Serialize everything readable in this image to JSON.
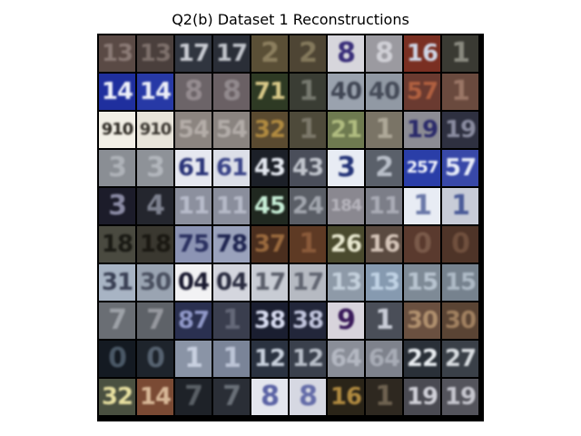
{
  "figure": {
    "title": "Q2(b) Dataset 1 Reconstructions"
  },
  "grid": {
    "rows": 10,
    "cols": 10,
    "tiles": [
      [
        {
          "text": "13",
          "bg": "#5a4a45",
          "fg": "#8a7a75"
        },
        {
          "text": "13",
          "bg": "#4a3f3c",
          "fg": "#7d706b"
        },
        {
          "text": "17",
          "bg": "#30353f",
          "fg": "#c8cbd2"
        },
        {
          "text": "17",
          "bg": "#2a2e37",
          "fg": "#c0c3ca"
        },
        {
          "text": "2",
          "bg": "#5a4f36",
          "fg": "#8c7f5f"
        },
        {
          "text": "2",
          "bg": "#4e4534",
          "fg": "#84795c"
        },
        {
          "text": "8",
          "bg": "#d7d6dc",
          "fg": "#3a2f7a"
        },
        {
          "text": "8",
          "bg": "#9b9aa0",
          "fg": "#d0d0d6"
        },
        {
          "text": "16",
          "bg": "#7a2f22",
          "fg": "#cfd6e6"
        },
        {
          "text": "1",
          "bg": "#3a3a33",
          "fg": "#8a8a80"
        }
      ],
      [
        {
          "text": "14",
          "bg": "#1f2f9e",
          "fg": "#f0f2fa"
        },
        {
          "text": "14",
          "bg": "#2739a6",
          "fg": "#eef0f8"
        },
        {
          "text": "8",
          "bg": "#6c6468",
          "fg": "#958c90"
        },
        {
          "text": "8",
          "bg": "#6a6064",
          "fg": "#928a8e"
        },
        {
          "text": "71",
          "bg": "#2e3a24",
          "fg": "#d8c888"
        },
        {
          "text": "1",
          "bg": "#3a3d34",
          "fg": "#76796f"
        },
        {
          "text": "40",
          "bg": "#9aa2ae",
          "fg": "#404654"
        },
        {
          "text": "40",
          "bg": "#9199a4",
          "fg": "#454b58"
        },
        {
          "text": "57",
          "bg": "#6a3a30",
          "fg": "#b06040"
        },
        {
          "text": "1",
          "bg": "#6a4a3e",
          "fg": "#9a7666"
        }
      ],
      [
        {
          "text": "910",
          "bg": "#f2efe6",
          "fg": "#2a2620"
        },
        {
          "text": "910",
          "bg": "#e8e4da",
          "fg": "#3a3630"
        },
        {
          "text": "54",
          "bg": "#8c8580",
          "fg": "#b4ada8"
        },
        {
          "text": "54",
          "bg": "#8a8480",
          "fg": "#b2aca8"
        },
        {
          "text": "32",
          "bg": "#5a4a30",
          "fg": "#b08a40"
        },
        {
          "text": "1",
          "bg": "#4e4a3a",
          "fg": "#7c786a"
        },
        {
          "text": "21",
          "bg": "#6e7a50",
          "fg": "#b0bc80"
        },
        {
          "text": "1",
          "bg": "#7a7466",
          "fg": "#aea898"
        },
        {
          "text": "19",
          "bg": "#8c8c94",
          "fg": "#2a2a6a"
        },
        {
          "text": "19",
          "bg": "#2e3040",
          "fg": "#8a8ca0"
        }
      ],
      [
        {
          "text": "3",
          "bg": "#8a8e94",
          "fg": "#aeb2b8"
        },
        {
          "text": "3",
          "bg": "#8e9298",
          "fg": "#b2b6bc"
        },
        {
          "text": "61",
          "bg": "#e6e8f0",
          "fg": "#2a3478"
        },
        {
          "text": "61",
          "bg": "#dcdfe8",
          "fg": "#3a4488"
        },
        {
          "text": "43",
          "bg": "#1c2028",
          "fg": "#e4e8f0"
        },
        {
          "text": "43",
          "bg": "#4a4e5a",
          "fg": "#c0c4cc"
        },
        {
          "text": "3",
          "bg": "#e8ecf4",
          "fg": "#243478"
        },
        {
          "text": "2",
          "bg": "#5a606a",
          "fg": "#b8bec8"
        },
        {
          "text": "257",
          "bg": "#2a3ea8",
          "fg": "#f2f4fc"
        },
        {
          "text": "57",
          "bg": "#3848a8",
          "fg": "#e8ecf8"
        }
      ],
      [
        {
          "text": "3",
          "bg": "#1c1c2a",
          "fg": "#8a8aa4"
        },
        {
          "text": "4",
          "bg": "#24262e",
          "fg": "#7e8290"
        },
        {
          "text": "11",
          "bg": "#8c909e",
          "fg": "#b8bccb"
        },
        {
          "text": "11",
          "bg": "#8a8e9c",
          "fg": "#b6bac8"
        },
        {
          "text": "45",
          "bg": "#202820",
          "fg": "#c8f0d8"
        },
        {
          "text": "24",
          "bg": "#5a5e66",
          "fg": "#a2a6ae"
        },
        {
          "text": "184",
          "bg": "#8a8890",
          "fg": "#b6b4bc"
        },
        {
          "text": "11",
          "bg": "#7c7e88",
          "fg": "#aaacb6"
        },
        {
          "text": "1",
          "bg": "#e8ecf4",
          "fg": "#6a78a8"
        },
        {
          "text": "1",
          "bg": "#c8ccd8",
          "fg": "#4a5a98"
        }
      ],
      [
        {
          "text": "18",
          "bg": "#4a4a40",
          "fg": "#1a1a14"
        },
        {
          "text": "18",
          "bg": "#3a3830",
          "fg": "#1a1812"
        },
        {
          "text": "75",
          "bg": "#8c94b4",
          "fg": "#2a3060"
        },
        {
          "text": "78",
          "bg": "#9aa2bc",
          "fg": "#1e2450"
        },
        {
          "text": "37",
          "bg": "#4a2e1e",
          "fg": "#9a6a3e"
        },
        {
          "text": "1",
          "bg": "#5e3a24",
          "fg": "#8a5a3a"
        },
        {
          "text": "26",
          "bg": "#4a4a2e",
          "fg": "#e8e8d0"
        },
        {
          "text": "16",
          "bg": "#5a4a40",
          "fg": "#d4c4b8"
        },
        {
          "text": "0",
          "bg": "#5a3a2e",
          "fg": "#7a5a4a"
        },
        {
          "text": "0",
          "bg": "#4e3428",
          "fg": "#70503e"
        }
      ],
      [
        {
          "text": "31",
          "bg": "#a8b4c4",
          "fg": "#3a4054"
        },
        {
          "text": "30",
          "bg": "#9aa4b2",
          "fg": "#4a5060"
        },
        {
          "text": "04",
          "bg": "#f2f2f4",
          "fg": "#1a1a30"
        },
        {
          "text": "04",
          "bg": "#d4d6de",
          "fg": "#2a2c40"
        },
        {
          "text": "17",
          "bg": "#c8ccd4",
          "fg": "#5a5e6a"
        },
        {
          "text": "17",
          "bg": "#b6bac2",
          "fg": "#606470"
        },
        {
          "text": "13",
          "bg": "#8e9aa8",
          "fg": "#c4d0dc"
        },
        {
          "text": "13",
          "bg": "#869ab0",
          "fg": "#c0d2e4"
        },
        {
          "text": "15",
          "bg": "#7e8a96",
          "fg": "#b8c4d0"
        },
        {
          "text": "15",
          "bg": "#76828e",
          "fg": "#aebac6"
        }
      ],
      [
        {
          "text": "7",
          "bg": "#6a6e74",
          "fg": "#9ea2a8"
        },
        {
          "text": "7",
          "bg": "#5e6268",
          "fg": "#96989e"
        },
        {
          "text": "87",
          "bg": "#2a3050",
          "fg": "#9098c8"
        },
        {
          "text": "1",
          "bg": "#3a3e4e",
          "fg": "#646878"
        },
        {
          "text": "38",
          "bg": "#1a1e30",
          "fg": "#d8dcf0"
        },
        {
          "text": "38",
          "bg": "#22263a",
          "fg": "#c0c4dc"
        },
        {
          "text": "9",
          "bg": "#d8d4dc",
          "fg": "#3a1a5a"
        },
        {
          "text": "1",
          "bg": "#4a4e58",
          "fg": "#c8ccd6"
        },
        {
          "text": "30",
          "bg": "#6a5040",
          "fg": "#b0906e"
        },
        {
          "text": "30",
          "bg": "#5a4434",
          "fg": "#a08060"
        }
      ],
      [
        {
          "text": "0",
          "bg": "#141a22",
          "fg": "#4a5866"
        },
        {
          "text": "0",
          "bg": "#1e242c",
          "fg": "#566270"
        },
        {
          "text": "1",
          "bg": "#8a94a6",
          "fg": "#c8d0e0"
        },
        {
          "text": "1",
          "bg": "#7a8498",
          "fg": "#bcc4d6"
        },
        {
          "text": "12",
          "bg": "#2a3240",
          "fg": "#c8d0dc"
        },
        {
          "text": "12",
          "bg": "#3a404c",
          "fg": "#b8bec8"
        },
        {
          "text": "64",
          "bg": "#8a8e98",
          "fg": "#b4b8c2"
        },
        {
          "text": "64",
          "bg": "#7e828c",
          "fg": "#a8acb6"
        },
        {
          "text": "22",
          "bg": "#2a3038",
          "fg": "#e8ecf0"
        },
        {
          "text": "27",
          "bg": "#3a4048",
          "fg": "#d8dce0"
        }
      ],
      [
        {
          "text": "32",
          "bg": "#4a5040",
          "fg": "#e8e0a0"
        },
        {
          "text": "14",
          "bg": "#7a4a34",
          "fg": "#d8b898"
        },
        {
          "text": "7",
          "bg": "#1e2228",
          "fg": "#5a6066"
        },
        {
          "text": "7",
          "bg": "#2a2e36",
          "fg": "#6a7078"
        },
        {
          "text": "8",
          "bg": "#e4e6ee",
          "fg": "#5a62a4"
        },
        {
          "text": "8",
          "bg": "#d6d8e2",
          "fg": "#646ca8"
        },
        {
          "text": "16",
          "bg": "#2a2418",
          "fg": "#b08a40"
        },
        {
          "text": "1",
          "bg": "#2e2820",
          "fg": "#6e6250"
        },
        {
          "text": "19",
          "bg": "#4a4a52",
          "fg": "#d0d0d8"
        },
        {
          "text": "19",
          "bg": "#54545c",
          "fg": "#c6c6ce"
        }
      ]
    ]
  }
}
